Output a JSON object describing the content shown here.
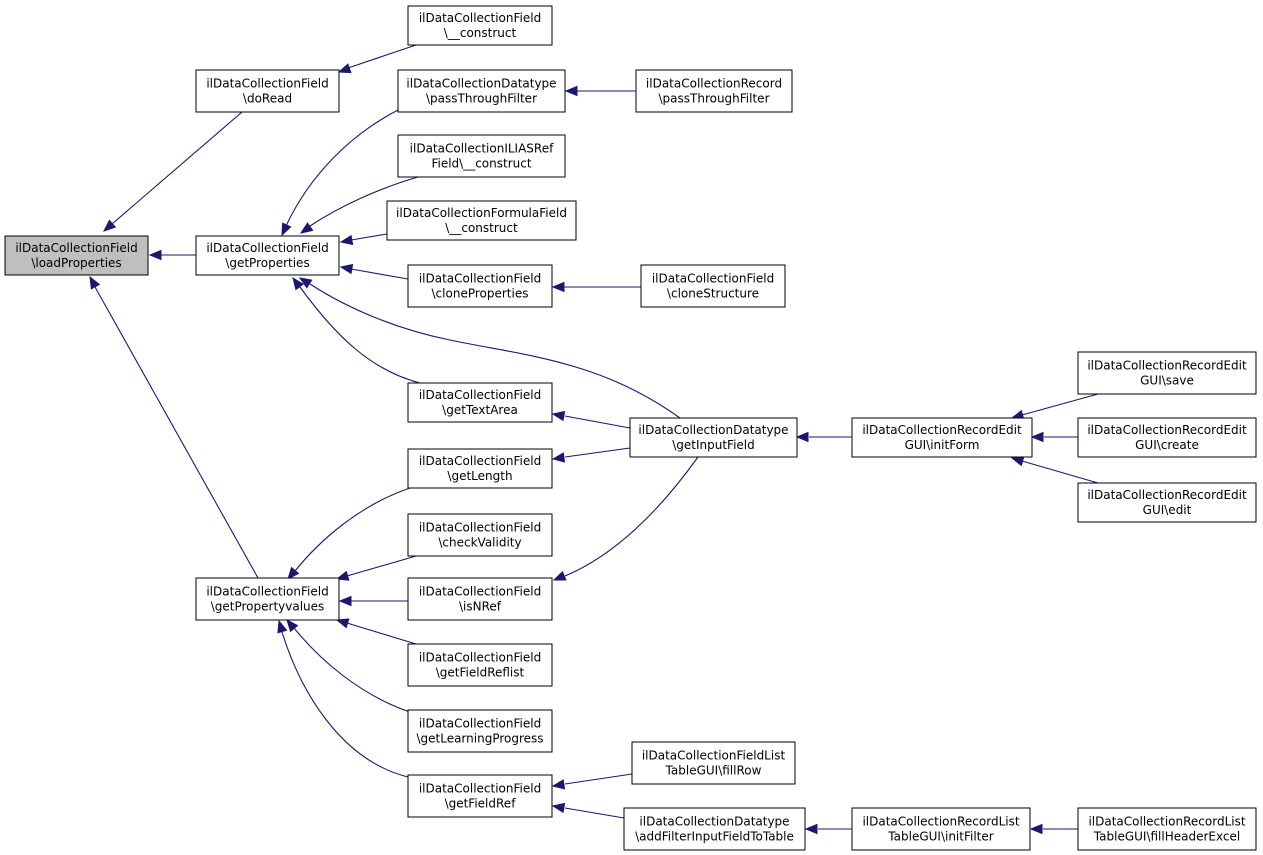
{
  "graph": {
    "nodes": [
      {
        "id": "loadProperties",
        "lines": [
          "ilDataCollectionField",
          "\\loadProperties"
        ],
        "focus": true
      },
      {
        "id": "doRead",
        "lines": [
          "ilDataCollectionField",
          "\\doRead"
        ]
      },
      {
        "id": "getProperties",
        "lines": [
          "ilDataCollectionField",
          "\\getProperties"
        ]
      },
      {
        "id": "getPropertyvalues",
        "lines": [
          "ilDataCollectionField",
          "\\getPropertyvalues"
        ]
      },
      {
        "id": "construct",
        "lines": [
          "ilDataCollectionField",
          "\\__construct"
        ]
      },
      {
        "id": "dtPassThroughFilter",
        "lines": [
          "ilDataCollectionDatatype",
          "\\passThroughFilter"
        ]
      },
      {
        "id": "recPassThroughFilter",
        "lines": [
          "ilDataCollectionRecord",
          "\\passThroughFilter"
        ]
      },
      {
        "id": "iliasRefConstruct",
        "lines": [
          "ilDataCollectionILIASRef",
          "Field\\__construct"
        ]
      },
      {
        "id": "formulaConstruct",
        "lines": [
          "ilDataCollectionFormulaField",
          "\\__construct"
        ]
      },
      {
        "id": "cloneProperties",
        "lines": [
          "ilDataCollectionField",
          "\\cloneProperties"
        ]
      },
      {
        "id": "cloneStructure",
        "lines": [
          "ilDataCollectionField",
          "\\cloneStructure"
        ]
      },
      {
        "id": "getTextArea",
        "lines": [
          "ilDataCollectionField",
          "\\getTextArea"
        ]
      },
      {
        "id": "getInputField",
        "lines": [
          "ilDataCollectionDatatype",
          "\\getInputField"
        ]
      },
      {
        "id": "initForm",
        "lines": [
          "ilDataCollectionRecordEdit",
          "GUI\\initForm"
        ]
      },
      {
        "id": "save",
        "lines": [
          "ilDataCollectionRecordEdit",
          "GUI\\save"
        ]
      },
      {
        "id": "create",
        "lines": [
          "ilDataCollectionRecordEdit",
          "GUI\\create"
        ]
      },
      {
        "id": "edit",
        "lines": [
          "ilDataCollectionRecordEdit",
          "GUI\\edit"
        ]
      },
      {
        "id": "getLength",
        "lines": [
          "ilDataCollectionField",
          "\\getLength"
        ]
      },
      {
        "id": "checkValidity",
        "lines": [
          "ilDataCollectionField",
          "\\checkValidity"
        ]
      },
      {
        "id": "isNRef",
        "lines": [
          "ilDataCollectionField",
          "\\isNRef"
        ]
      },
      {
        "id": "getFieldReflist",
        "lines": [
          "ilDataCollectionField",
          "\\getFieldReflist"
        ]
      },
      {
        "id": "getLearningProgress",
        "lines": [
          "ilDataCollectionField",
          "\\getLearningProgress"
        ]
      },
      {
        "id": "getFieldRef",
        "lines": [
          "ilDataCollectionField",
          "\\getFieldRef"
        ]
      },
      {
        "id": "fillRow",
        "lines": [
          "ilDataCollectionFieldList",
          "TableGUI\\fillRow"
        ]
      },
      {
        "id": "addFilterInputFieldToTable",
        "lines": [
          "ilDataCollectionDatatype",
          "\\addFilterInputFieldToTable"
        ]
      },
      {
        "id": "initFilter",
        "lines": [
          "ilDataCollectionRecordList",
          "TableGUI\\initFilter"
        ]
      },
      {
        "id": "fillHeaderExcel",
        "lines": [
          "ilDataCollectionRecordList",
          "TableGUI\\fillHeaderExcel"
        ]
      }
    ],
    "edges": [
      {
        "from": "doRead",
        "to": "loadProperties"
      },
      {
        "from": "getProperties",
        "to": "loadProperties"
      },
      {
        "from": "getPropertyvalues",
        "to": "loadProperties"
      },
      {
        "from": "construct",
        "to": "doRead"
      },
      {
        "from": "dtPassThroughFilter",
        "to": "getProperties"
      },
      {
        "from": "iliasRefConstruct",
        "to": "getProperties"
      },
      {
        "from": "formulaConstruct",
        "to": "getProperties"
      },
      {
        "from": "cloneProperties",
        "to": "getProperties"
      },
      {
        "from": "getTextArea",
        "to": "getProperties"
      },
      {
        "from": "getInputField",
        "to": "getProperties"
      },
      {
        "from": "recPassThroughFilter",
        "to": "dtPassThroughFilter"
      },
      {
        "from": "cloneStructure",
        "to": "cloneProperties"
      },
      {
        "from": "getInputField",
        "to": "getTextArea"
      },
      {
        "from": "getInputField",
        "to": "getLength"
      },
      {
        "from": "getInputField",
        "to": "isNRef"
      },
      {
        "from": "initForm",
        "to": "getInputField"
      },
      {
        "from": "save",
        "to": "initForm"
      },
      {
        "from": "create",
        "to": "initForm"
      },
      {
        "from": "edit",
        "to": "initForm"
      },
      {
        "from": "getLength",
        "to": "getPropertyvalues"
      },
      {
        "from": "checkValidity",
        "to": "getPropertyvalues"
      },
      {
        "from": "isNRef",
        "to": "getPropertyvalues"
      },
      {
        "from": "getFieldReflist",
        "to": "getPropertyvalues"
      },
      {
        "from": "getLearningProgress",
        "to": "getPropertyvalues"
      },
      {
        "from": "getFieldRef",
        "to": "getPropertyvalues"
      },
      {
        "from": "fillRow",
        "to": "getFieldRef"
      },
      {
        "from": "addFilterInputFieldToTable",
        "to": "getFieldRef"
      },
      {
        "from": "initFilter",
        "to": "addFilterInputFieldToTable"
      },
      {
        "from": "fillHeaderExcel",
        "to": "initFilter"
      }
    ]
  }
}
